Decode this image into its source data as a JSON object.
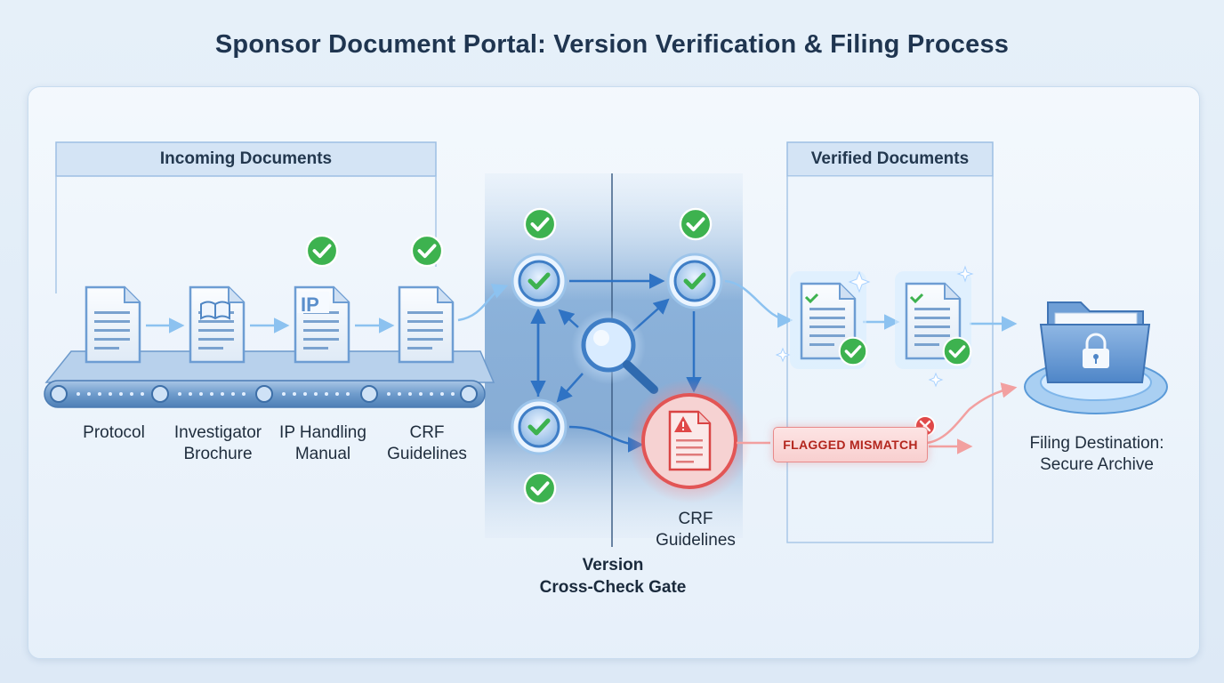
{
  "title": "Sponsor Document Portal: Version Verification & Filing Process",
  "sections": {
    "incoming": "Incoming Documents",
    "verified": "Verified Documents"
  },
  "documents": [
    {
      "label": "Protocol",
      "checked": false
    },
    {
      "label": "Investigator\nBrochure",
      "checked": false
    },
    {
      "label": "IP Handling\nManual",
      "checked": true
    },
    {
      "label": "CRF\nGuidelines",
      "checked": true
    }
  ],
  "doc_icon_text": "IP",
  "gate": {
    "label": "Version\nCross-Check Gate",
    "flagged_doc_label": "CRF\nGuidelines",
    "flag_text": "FLAGGED MISMATCH"
  },
  "destination": {
    "label": "Filing Destination:\nSecure Archive"
  },
  "colors": {
    "accent": "#3a7fd0",
    "check": "#3db24f",
    "alert": "#e04848"
  }
}
